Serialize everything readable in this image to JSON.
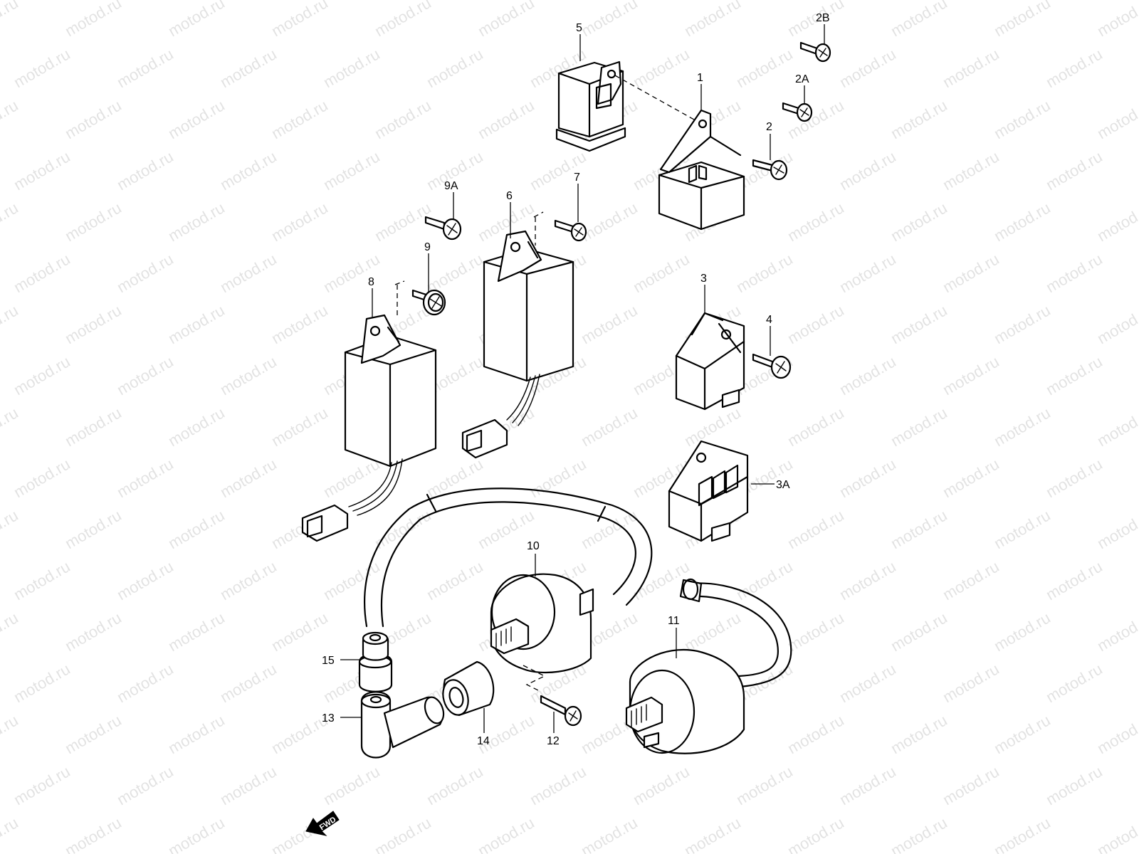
{
  "watermark": "motod.ru",
  "callouts": {
    "p1": "1",
    "p2": "2",
    "p2A": "2A",
    "p2B": "2B",
    "p3": "3",
    "p3A": "3A",
    "p4": "4",
    "p5": "5",
    "p6": "6",
    "p7": "7",
    "p8": "8",
    "p9": "9",
    "p9A": "9A",
    "p10": "10",
    "p11": "11",
    "p12": "12",
    "p13": "13",
    "p14": "14",
    "p15": "15"
  },
  "fwd_label": "FWD"
}
